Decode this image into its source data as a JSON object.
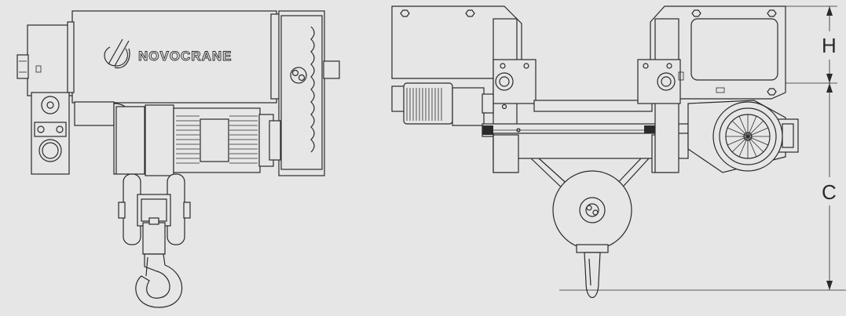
{
  "brand": {
    "name": "NOVOCRANE"
  },
  "dimensions": {
    "h_label": "H",
    "c_label": "C"
  },
  "colors": {
    "background": "#e6e6e6",
    "line": "#2a2a2a"
  },
  "icons": {
    "brand_logo": "novocrane-logo-icon",
    "drum_gear": "gear-wheel-icon"
  }
}
